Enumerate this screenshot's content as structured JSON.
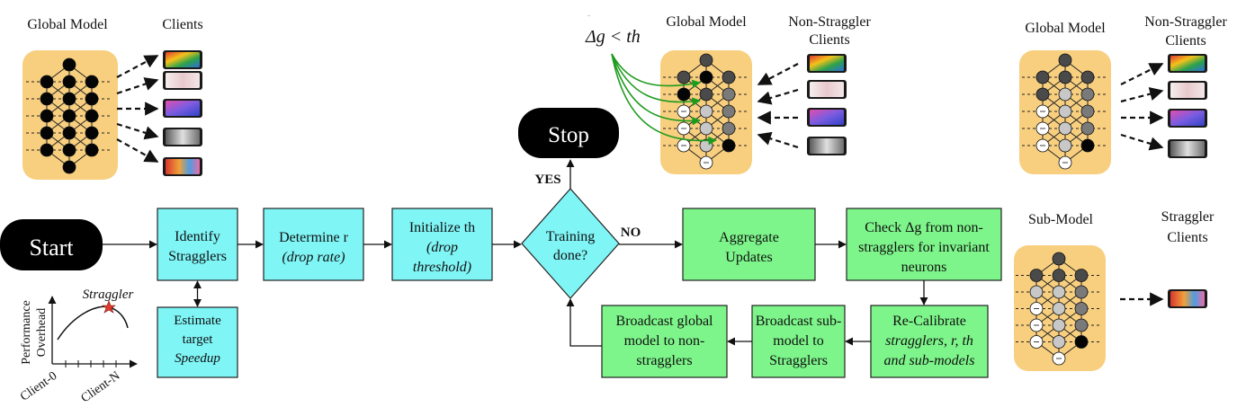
{
  "colors": {
    "process_blue": "#7ff5f6",
    "process_green": "#7df58a",
    "terminal": "#000000",
    "model_bg": "#f8cf7f",
    "green_arrow": "#1e9b1e",
    "star": "#e03a2f"
  },
  "terminals": {
    "start": "Start",
    "stop": "Stop"
  },
  "steps": {
    "identify": [
      "Identify",
      "Stragglers"
    ],
    "estimate": [
      "Estimate",
      "target",
      "Speedup"
    ],
    "determine": [
      "Determine r",
      "(drop rate)"
    ],
    "initialize": [
      "Initialize th",
      "(drop",
      "threshold)"
    ],
    "decision": [
      "Training",
      "done?"
    ],
    "aggregate": [
      "Aggregate",
      "Updates"
    ],
    "check": [
      "Check Δg from non-",
      "stragglers for invariant",
      "neurons"
    ],
    "recalibrate": [
      "Re-Calibrate",
      "stragglers, r, th",
      "and sub-models"
    ],
    "broadcast_sub": [
      "Broadcast sub-",
      "model to",
      "Stragglers"
    ],
    "broadcast_global": [
      "Broadcast global",
      "model to non-",
      "stragglers"
    ]
  },
  "branch_labels": {
    "yes": "YES",
    "no": "NO"
  },
  "panels": {
    "p1": {
      "model_title": "Global Model",
      "clients_title": [
        "Clients"
      ]
    },
    "p2": {
      "model_title": "Global Model",
      "clients_title": [
        "Non-Straggler",
        "Clients"
      ],
      "formula": "Δg < th",
      "formula_small": "´´"
    },
    "p3": {
      "model_title": "Global Model",
      "clients_title": [
        "Non-Straggler",
        "Clients"
      ]
    },
    "p4": {
      "model_title": "Sub-Model",
      "clients_title": [
        "Straggler",
        "Clients"
      ]
    }
  },
  "inset_plot": {
    "ylabel": [
      "Performance",
      "Overhead"
    ],
    "xlabel_left": "Client-0",
    "xlabel_right": "Client-N",
    "annotation": "Straggler"
  }
}
